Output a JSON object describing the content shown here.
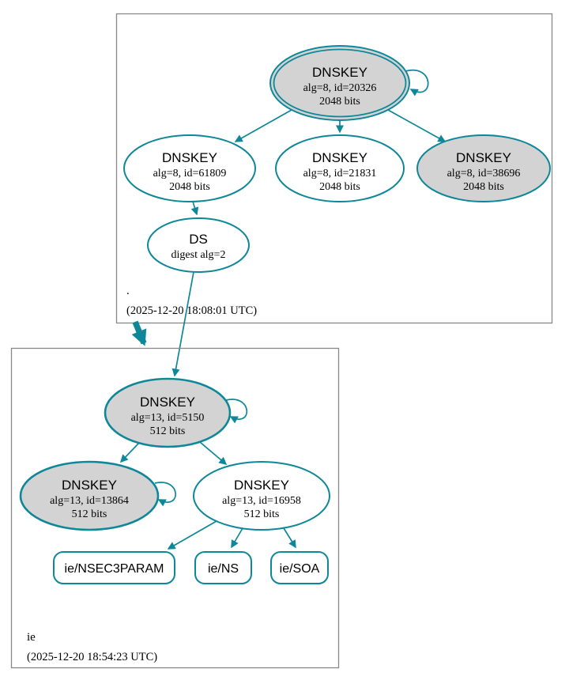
{
  "colors": {
    "accent": "#0e8799",
    "node_fill_gray": "#d3d3d3",
    "node_fill_white": "#ffffff",
    "box_border": "#888888",
    "text": "#000000",
    "bg": "#ffffff"
  },
  "zones": [
    {
      "name": ".",
      "timestamp": "(2025-12-20 18:08:01 UTC)",
      "nodes": {
        "ksk": {
          "title": "DNSKEY",
          "detail": "alg=8, id=20326",
          "bits": "2048 bits"
        },
        "zsk1": {
          "title": "DNSKEY",
          "detail": "alg=8, id=61809",
          "bits": "2048 bits"
        },
        "zsk2": {
          "title": "DNSKEY",
          "detail": "alg=8, id=21831",
          "bits": "2048 bits"
        },
        "zsk3": {
          "title": "DNSKEY",
          "detail": "alg=8, id=38696",
          "bits": "2048 bits"
        },
        "ds": {
          "title": "DS",
          "detail": "digest alg=2"
        }
      }
    },
    {
      "name": "ie",
      "timestamp": "(2025-12-20 18:54:23 UTC)",
      "nodes": {
        "ksk": {
          "title": "DNSKEY",
          "detail": "alg=13, id=5150",
          "bits": "512 bits"
        },
        "zsk1": {
          "title": "DNSKEY",
          "detail": "alg=13, id=13864",
          "bits": "512 bits"
        },
        "zsk2": {
          "title": "DNSKEY",
          "detail": "alg=13, id=16958",
          "bits": "512 bits"
        },
        "rr_nsec3param": {
          "label": "ie/NSEC3PARAM"
        },
        "rr_ns": {
          "label": "ie/NS"
        },
        "rr_soa": {
          "label": "ie/SOA"
        }
      }
    }
  ]
}
